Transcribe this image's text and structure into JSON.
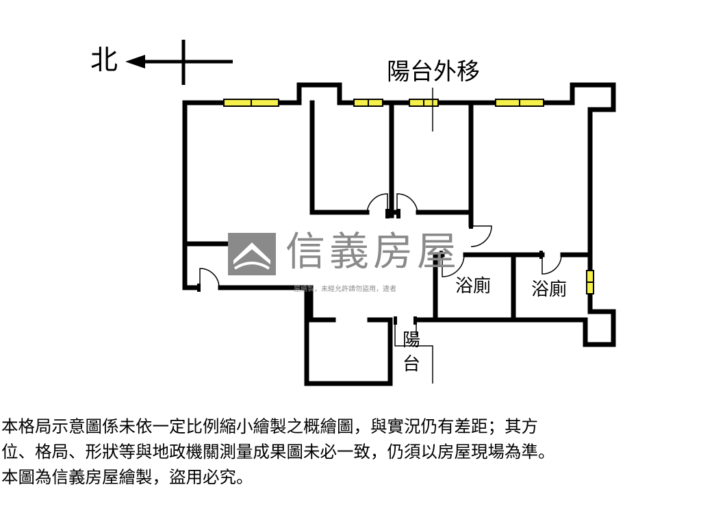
{
  "compass": {
    "label": "北"
  },
  "labels": {
    "balcony_moved": "陽台外移",
    "bath_1": "浴廁",
    "bath_2": "浴廁",
    "balcony_small_line1": "陽",
    "balcony_small_line2": "台"
  },
  "watermark": {
    "brand": "信義房屋",
    "sub": "屋繪製，未經允許請勿盜用，違者"
  },
  "disclaimer": {
    "line1": "本格局示意圖係未依一定比例縮小繪製之概繪圖，與實況仍有差距；其方",
    "line2": "位、格局、形狀等與地政機關測量成果圖未必一致，仍須以房屋現場為準。",
    "line3": "本圖為信義房屋繪製，盜用必究。"
  },
  "colors": {
    "wall": "#000000",
    "window_fill": "#f5f04a",
    "watermark": "#8a8a8a"
  }
}
